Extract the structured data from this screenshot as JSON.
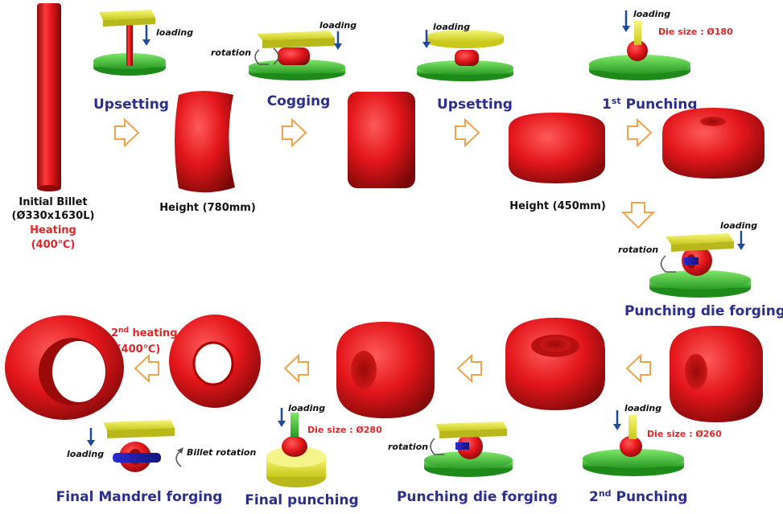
{
  "labels": {
    "upsetting_1": "Upsetting",
    "cogging": "Cogging",
    "upsetting_2": "Upsetting",
    "punching_1_num": "1",
    "punching_1_sup": "st",
    "punching_1_text": "Punching",
    "punching_die_forging_1": "Punching die forging",
    "punching_2_num": "2",
    "punching_2_sup": "nd",
    "punching_2_text": "Punching",
    "punching_die_forging_2": "Punching die forging",
    "final_punching": "Final punching",
    "final_mandrel_forging": "Final Mandrel forging",
    "initial_billet": "Initial Billet",
    "billet_size": "(Ø330x1630L)",
    "heating": "Heating",
    "heating_temp": "(400℃)",
    "heating2_num": "2",
    "heating2_sup": "nd",
    "heating2_text": "heating",
    "heating2_temp": "(400℃)",
    "height_780": "Height (780mm)",
    "height_450": "Height (450mm)",
    "die_size_180": "Die size : Ø180",
    "die_size_260": "Die size : Ø260",
    "die_size_280": "Die size : Ø280",
    "loading": "loading",
    "rotation": "rotation",
    "billet_rotation": "Billet rotation"
  },
  "colors": {
    "billet": "#e3161b",
    "die_yellow": "#e8e82a",
    "platform_green": "#3fc43a",
    "arrow_orange": "#f2a24a",
    "load_arrow_blue": "#1f4a9a",
    "step_text": "#2b2e8c",
    "note_text": "#e0262a"
  }
}
